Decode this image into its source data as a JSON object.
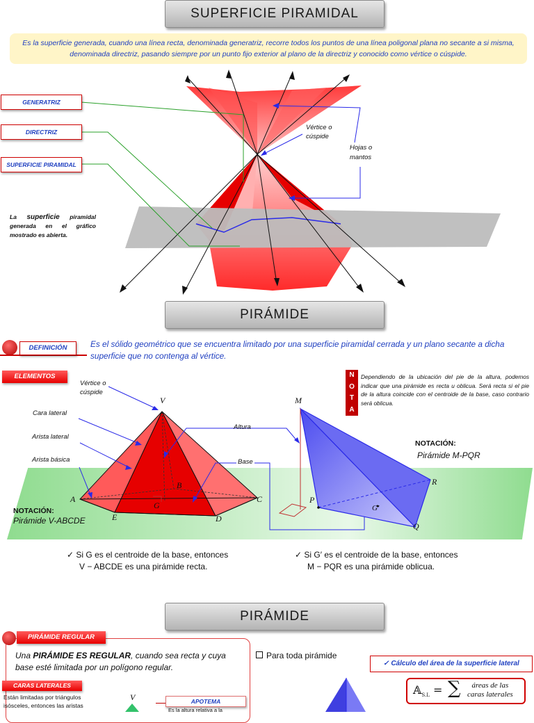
{
  "section1": {
    "title": "SUPERFICIE PIRAMIDAL",
    "intro": "Es la superficie generada, cuando una línea recta, denominada generatriz, recorre todos los puntos de una línea poligonal plana no secante a si misma, denominada directriz, pasando siempre por un punto fijo exterior al plano de la directriz y conocido como vértice o cúspide.",
    "labels": {
      "generatriz": "GENERATRIZ",
      "directriz": "DIRECTRIZ",
      "superficie": "SUPERFICIE PIRAMIDAL"
    },
    "vertex_label_1": "Vértice o",
    "vertex_label_2": "cúspide",
    "hojas_1": "Hojas o",
    "hojas_2": "mantos",
    "note_pre": "La",
    "note_bold": "superficie",
    "note_post": "piramidal generada en el gráfico mostrado es abierta."
  },
  "section2": {
    "title": "PIRÁMIDE",
    "definicion_label": "DEFINICIÓN",
    "definicion_text": "Es el sólido geométrico que se encuentra limitado por una superficie piramidal cerrada y un plano secante a dicha superficie que no contenga al vértice.",
    "elementos_label": "ELEMENTOS",
    "nota_letters": [
      "N",
      "O",
      "T",
      "A"
    ],
    "nota_text": "Dependiendo de la ubicación del pie de la altura, podemos indicar que una pirámide es recta u oblicua. Será recta si el pie de la altura coincide con el centroide de la base, caso contrario será oblicua.",
    "labels": {
      "vertice_1": "Vértice o",
      "vertice_2": "cúspide",
      "cara_lateral": "Cara lateral",
      "arista_lateral": "Arista lateral",
      "arista_basica": "Arista básica",
      "altura": "Altura",
      "base": "Base"
    },
    "points": {
      "V": "V",
      "A": "A",
      "B": "B",
      "C": "C",
      "D": "D",
      "E": "E",
      "G": "G",
      "M": "M",
      "P": "P",
      "Q": "Q",
      "R": "R",
      "Gp": "G'"
    },
    "notacion_label": "NOTACIÓN:",
    "notacion_left": "Pirámide  V-ABCDE",
    "notacion_right": "Pirámide  M-PQR",
    "check_left_1": "Si G es el centroide de la base, entonces",
    "check_left_2": "V − ABCDE es una pirámide recta.",
    "check_right_1": "Si G′ es el centroide de la base, entonces",
    "check_right_2": "M − PQR es una pirámide oblicua."
  },
  "section3": {
    "title": "PIRÁMIDE",
    "regular_label": "PIRÁMIDE REGULAR",
    "regular_text_pre": "Una",
    "regular_text_bold": "PIRÁMIDE ES REGULAR",
    "regular_text_post": ", cuando sea recta y cuya base esté limitada por un polígono regular.",
    "caras_label": "CARAS LATERALES",
    "caras_text": "Están limitadas por triángulos isósceles, entonces las aristas",
    "v_label": "V",
    "apotema_label": "APOTEMA",
    "apotema_text": "Es la altura relativa a la",
    "para_toda": "Para toda pirámide",
    "calculo_label": "Cálculo del área de la superficie lateral",
    "formula_lhs": "𝔸",
    "formula_sub": "S.L",
    "formula_eq": "=",
    "formula_sum": "∑",
    "formula_rhs_1": "áreas de las",
    "formula_rhs_2": "caras laterales"
  },
  "colors": {
    "accent_red": "#e80000",
    "text_blue": "#1f3fc0",
    "intro_bg": "#fff5c8",
    "band_green": "#8fdc8f"
  }
}
